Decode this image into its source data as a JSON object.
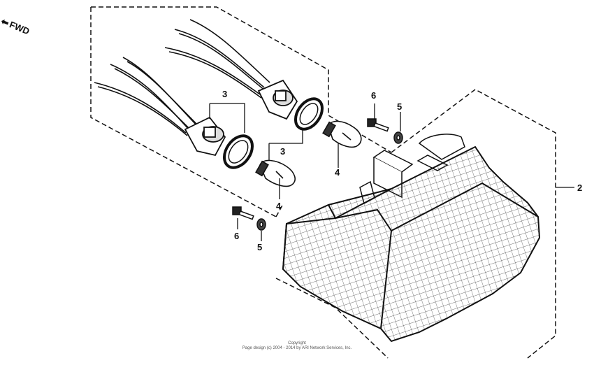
{
  "direction": {
    "arrow": "⬅",
    "label": "FWD"
  },
  "callouts": {
    "socket_gasket_left": "3",
    "socket_gasket_right": "3",
    "bulb_left": "4",
    "bulb_right": "4",
    "washer_top": "5",
    "washer_bottom": "5",
    "screw_top": "6",
    "screw_bottom": "6",
    "lens_assembly": "2"
  },
  "copyright": {
    "line1": "Copyright",
    "line2": "Page design (c) 2004 - 2014 by ARI Network Services, Inc."
  },
  "icons": [
    "fwd-arrow-icon"
  ]
}
